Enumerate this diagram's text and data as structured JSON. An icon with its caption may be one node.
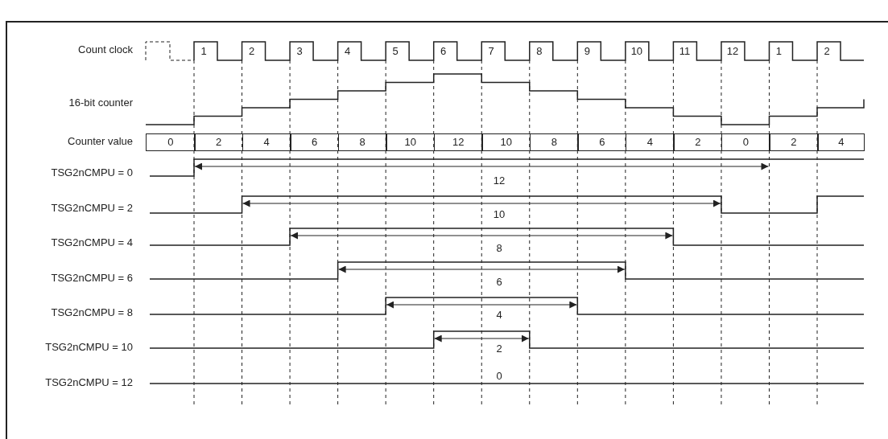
{
  "diagram": {
    "labels": [
      "Count clock",
      "1",
      "2",
      "3",
      "4",
      "5",
      "6",
      "7",
      "8",
      "9",
      "10",
      "11",
      "12",
      "1",
      "2",
      "16-bit counter",
      "Counter value",
      "0",
      "2",
      "4",
      "6",
      "8",
      "10",
      "12",
      "10",
      "8",
      "6",
      "4",
      "2",
      "0",
      "2",
      "4",
      "TSG2nCMPU = 0",
      "12",
      "TSG2nCMPU = 2",
      "10",
      "TSG2nCMPU = 4",
      "8",
      "TSG2nCMPU = 6",
      "6",
      "TSG2nCMPU = 8",
      "4",
      "TSG2nCMPU = 10",
      "2",
      "0",
      "TSG2nCMPU = 12"
    ]
  }
}
